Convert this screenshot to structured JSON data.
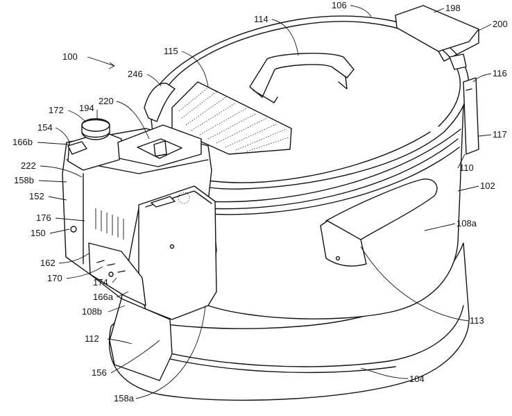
{
  "reference_numerals": {
    "n100": "100",
    "n102": "102",
    "n104": "104",
    "n106": "106",
    "n108a": "108a",
    "n108b": "108b",
    "n110": "110",
    "n112": "112",
    "n113": "113",
    "n114": "114",
    "n115": "115",
    "n116": "116",
    "n117": "117",
    "n150": "150",
    "n152": "152",
    "n154": "154",
    "n156": "156",
    "n158a": "158a",
    "n158b": "158b",
    "n162": "162",
    "n166a": "166a",
    "n166b": "166b",
    "n170": "170",
    "n172": "172",
    "n174": "174",
    "n176": "176",
    "n194": "194",
    "n198": "198",
    "n200": "200",
    "n220": "220",
    "n222": "222",
    "n246": "246"
  }
}
